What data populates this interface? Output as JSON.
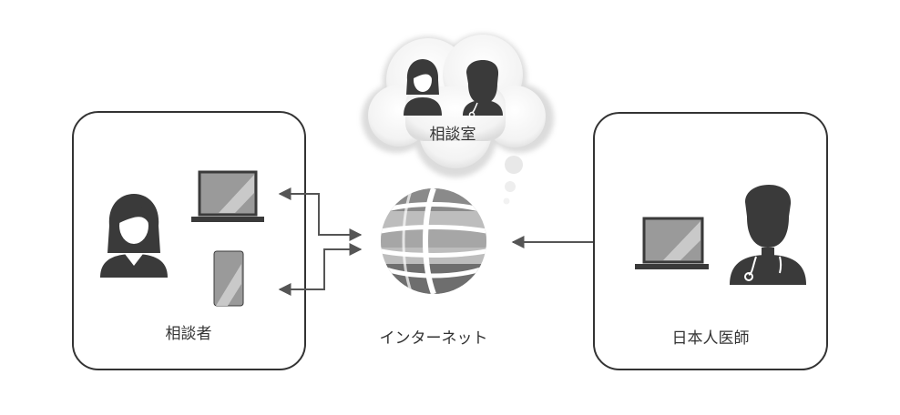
{
  "consultee": {
    "label": "相談者"
  },
  "internet": {
    "label": "インターネット"
  },
  "doctor": {
    "label": "日本人医師"
  },
  "consultation_room": {
    "label": "相談室"
  },
  "colors": {
    "box_stroke": "#333333",
    "icon_dark": "#3a3a3a",
    "screen": "#9a9a9a",
    "arrow": "#555555",
    "globe_light": "#bdbdbd",
    "globe_mid": "#8a8a8a",
    "globe_dark": "#6e6e6e"
  },
  "icons": [
    "woman-icon",
    "laptop-icon",
    "smartphone-icon",
    "globe-icon",
    "doctor-icon",
    "cloud-icon"
  ]
}
